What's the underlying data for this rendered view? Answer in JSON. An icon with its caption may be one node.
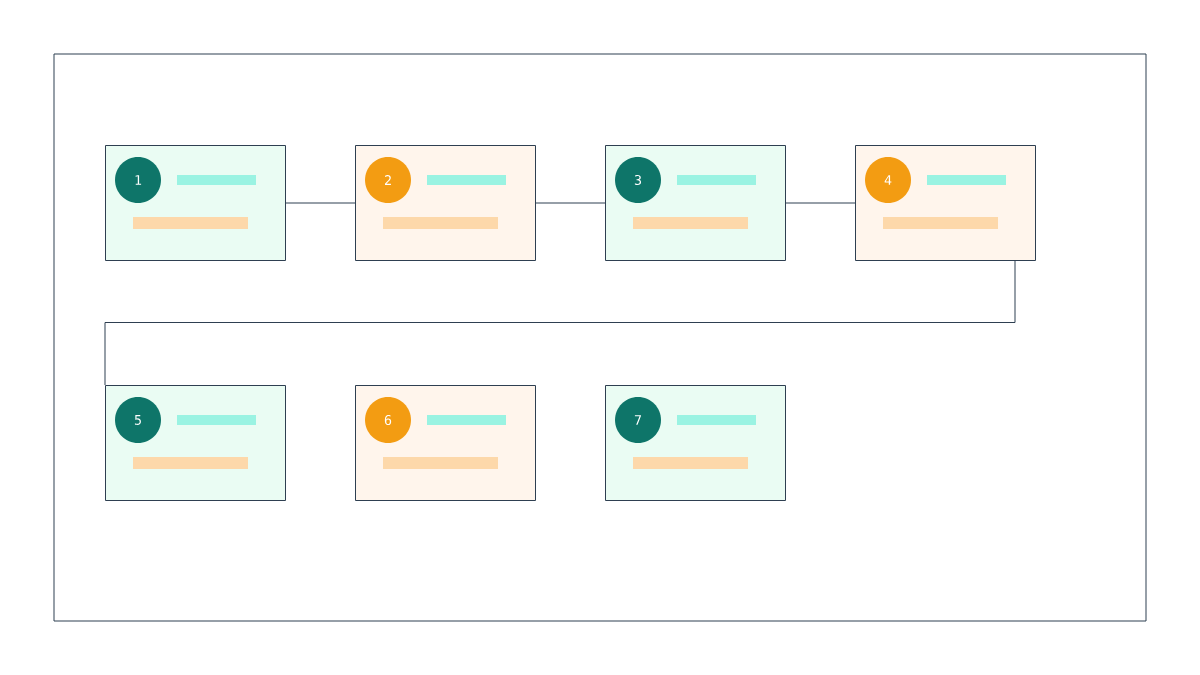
{
  "diagram": {
    "nodes": [
      {
        "text": [],
        "shape": "box"
      },
      {
        "text": [
          "1"
        ],
        "in": 0
      },
      {
        "text": [],
        "shape": "box"
      },
      {
        "text": [
          "2"
        ],
        "in": 2
      },
      {
        "text": [],
        "shape": "box"
      },
      {
        "text": [
          "3"
        ],
        "in": 4
      },
      {
        "text": [],
        "shape": "box"
      },
      {
        "text": [
          "4"
        ],
        "in": 6
      },
      {
        "text": [],
        "shape": "box"
      },
      {
        "text": [
          "5"
        ],
        "in": 8
      },
      {
        "text": [],
        "shape": "box"
      },
      {
        "text": [
          "6"
        ],
        "in": 10
      },
      {
        "text": [],
        "shape": "box"
      },
      {
        "text": [
          "7"
        ],
        "in": 12
      }
    ],
    "edges": [
      {
        "from": 0,
        "to": 2,
        "arrow": "none"
      },
      {
        "from": 2,
        "to": 4,
        "arrow": "none"
      },
      {
        "from": 4,
        "to": 6,
        "arrow": "none"
      },
      {
        "from": 6,
        "to": 8,
        "arrow": "none"
      }
    ]
  }
}
